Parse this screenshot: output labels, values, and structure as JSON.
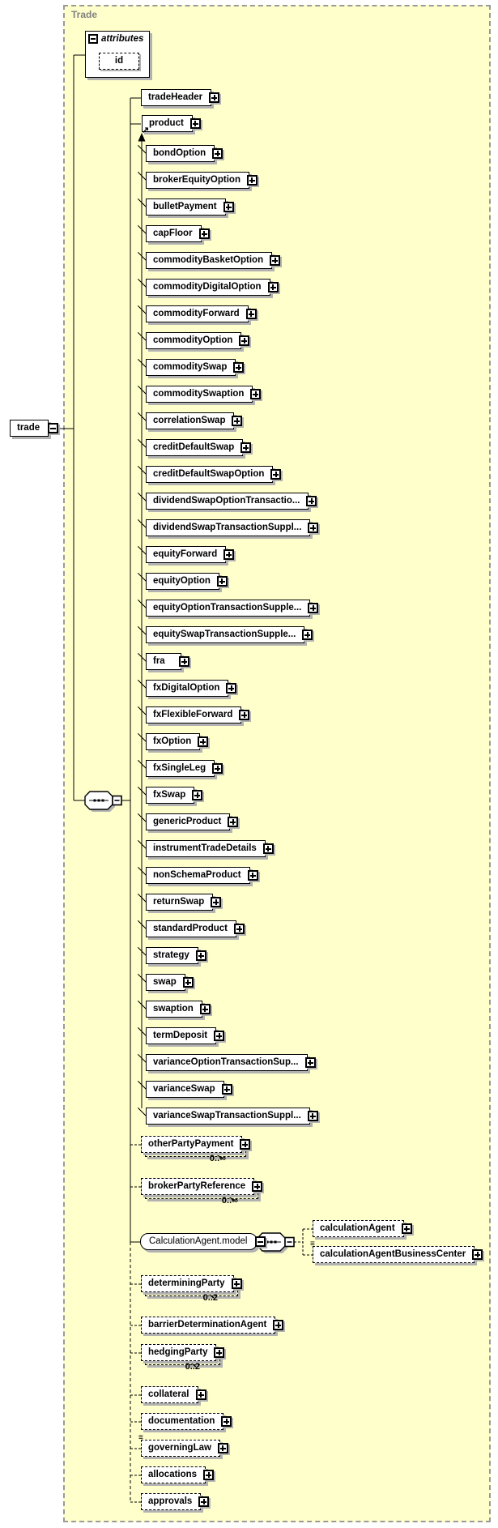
{
  "diagram": {
    "title": "Trade",
    "root": {
      "label": "trade"
    },
    "attributes_section": {
      "header": "attributes",
      "attributes": [
        {
          "label": "id"
        }
      ]
    },
    "sequence_children_top": [
      {
        "label": "tradeHeader",
        "optional": false,
        "expand": "plus"
      },
      {
        "label": "product",
        "optional": false,
        "expand": "plus",
        "substitution_head": true
      }
    ],
    "product_substitutions": [
      "bondOption",
      "brokerEquityOption",
      "bulletPayment",
      "capFloor",
      "commodityBasketOption",
      "commodityDigitalOption",
      "commodityForward",
      "commodityOption",
      "commoditySwap",
      "commoditySwaption",
      "correlationSwap",
      "creditDefaultSwap",
      "creditDefaultSwapOption",
      "dividendSwapOptionTransactio...",
      "dividendSwapTransactionSuppl...",
      "equityForward",
      "equityOption",
      "equityOptionTransactionSupple...",
      "equitySwapTransactionSupple...",
      "fra",
      "fxDigitalOption",
      "fxFlexibleForward",
      "fxOption",
      "fxSingleLeg",
      "fxSwap",
      "genericProduct",
      "instrumentTradeDetails",
      "nonSchemaProduct",
      "returnSwap",
      "standardProduct",
      "strategy",
      "swap",
      "swaption",
      "termDeposit",
      "varianceOptionTransactionSup...",
      "varianceSwap",
      "varianceSwapTransactionSuppl..."
    ],
    "sequence_children_bottom": [
      {
        "label": "otherPartyPayment",
        "optional": true,
        "occurrence": "0..∞",
        "multi": true
      },
      {
        "label": "brokerPartyReference",
        "optional": true,
        "occurrence": "0..∞",
        "multi": true
      },
      {
        "label": "CalculationAgent.model",
        "group": true,
        "expand": "minus",
        "children": [
          {
            "label": "calculationAgent",
            "optional": true
          },
          {
            "label": "calculationAgentBusinessCenter",
            "optional": true,
            "list_mark": true
          }
        ]
      },
      {
        "label": "determiningParty",
        "optional": true,
        "occurrence": "0..2",
        "multi": true
      },
      {
        "label": "barrierDeterminationAgent",
        "optional": true
      },
      {
        "label": "hedgingParty",
        "optional": true,
        "occurrence": "0..2",
        "multi": true
      },
      {
        "label": "collateral",
        "optional": true
      },
      {
        "label": "documentation",
        "optional": true
      },
      {
        "label": "governingLaw",
        "optional": true,
        "list_mark": true
      },
      {
        "label": "allocations",
        "optional": true
      },
      {
        "label": "approvals",
        "optional": true
      }
    ],
    "colors": {
      "frame_bg": "#ffffcc",
      "frame_border": "#9a9a9a",
      "title_text": "#808080",
      "box_border": "#000000",
      "shadow": "#b2b2b2"
    }
  }
}
